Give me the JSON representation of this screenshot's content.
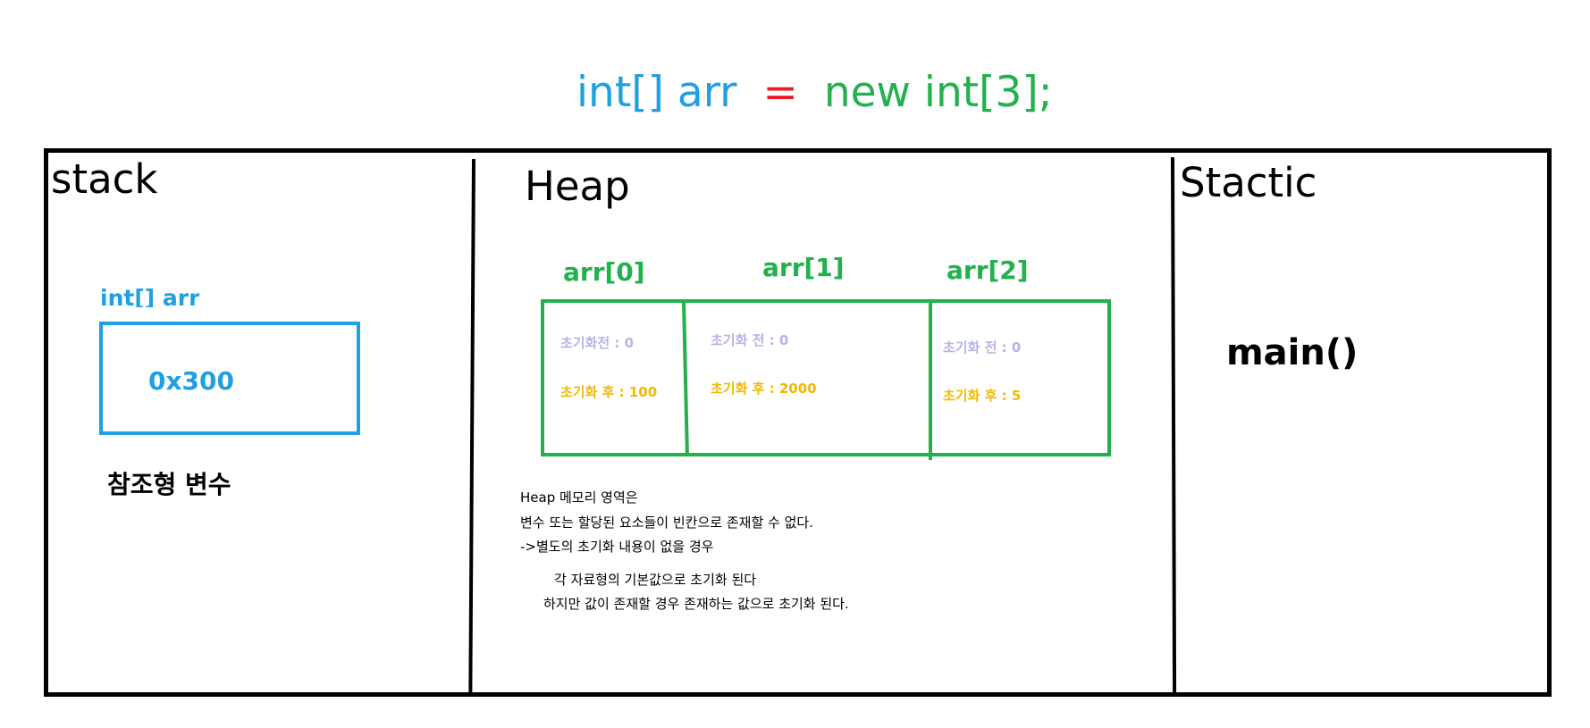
{
  "code": {
    "type_decl": "int[] arr",
    "assign": "=",
    "new_expr": "new int[3];"
  },
  "sections": {
    "stack": "stack",
    "heap": "Heap",
    "static": "Stactic"
  },
  "stack": {
    "var_name": "int[] arr",
    "value": "0x300",
    "label": "참조형 변수"
  },
  "heap": {
    "cells": [
      {
        "label": "arr[0]",
        "before": "초기화전 : 0",
        "after": "초기화 후 : 100"
      },
      {
        "label": "arr[1]",
        "before": "초기화 전 : 0",
        "after": "초기화 후 : 2000"
      },
      {
        "label": "arr[2]",
        "before": "초기화 전 : 0",
        "after": "초기화 후 : 5"
      }
    ],
    "notes": [
      "Heap 메모리 영역은",
      "변수 또는 할당된 요소들이 빈칸으로 존재할 수 없다.",
      "->별도의 초기화 내용이 없을 경우",
      "각 자료형의 기본값으로 초기화 된다",
      "하지만 값이 존재할 경우 존재하는 값으로 초기화 된다."
    ]
  },
  "static": {
    "method": "main()"
  },
  "colors": {
    "blue": "#1ea0e2",
    "green": "#22b14c",
    "red": "#ed1c24",
    "lavender": "#b4b4e8",
    "orange": "#f5b800",
    "black": "#000000"
  }
}
